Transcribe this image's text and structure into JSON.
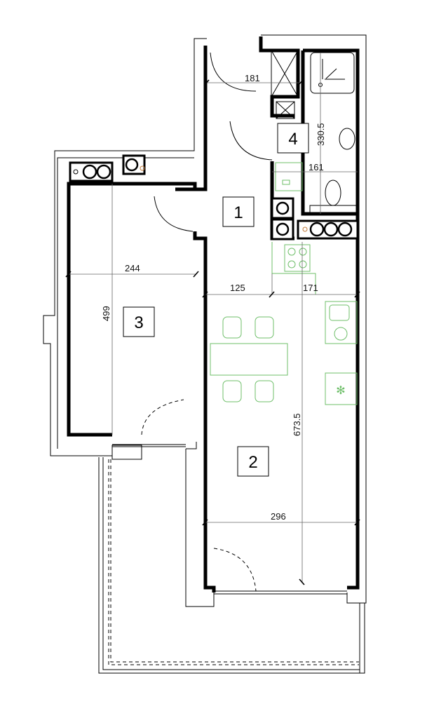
{
  "rooms": [
    {
      "number": "1"
    },
    {
      "number": "2"
    },
    {
      "number": "3"
    },
    {
      "number": "4"
    }
  ],
  "dimensions": {
    "hall_width": "181",
    "bath_length": "330.5",
    "bath_width": "161",
    "room3_width": "244",
    "room3_length": "499",
    "kitchen_left": "125",
    "kitchen_right": "171",
    "room2_length": "673.5",
    "room2_width": "296"
  },
  "colors": {
    "walls": "#000000",
    "furniture": "#6fbf6a",
    "vent_marker": "#c07a3a"
  }
}
